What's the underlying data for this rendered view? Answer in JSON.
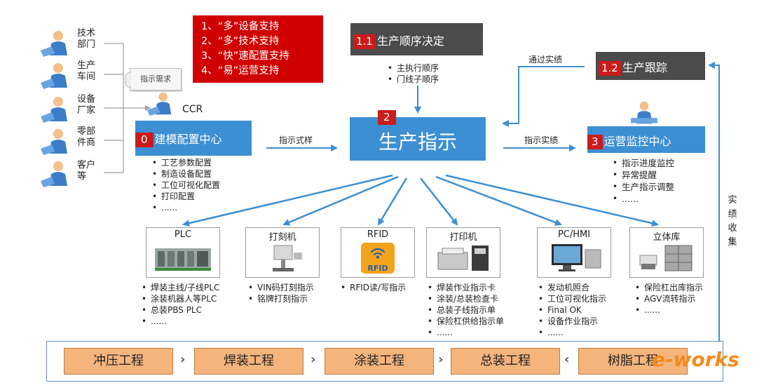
{
  "stakeholders": [
    {
      "line1": "技术",
      "line2": "部门"
    },
    {
      "line1": "生产",
      "line2": "车间"
    },
    {
      "line1": "设备",
      "line2": "厂家"
    },
    {
      "line1": "零部",
      "line2": "件商"
    },
    {
      "line1": "客户",
      "line2": "等"
    }
  ],
  "note_label": "指示需求",
  "ccr_label": "CCR",
  "red_box": {
    "lines": [
      "1、“多”设备支持",
      "2、“多”技术支持",
      "3、“快”速配置支持",
      "4、“易”运营支持"
    ]
  },
  "nodes": {
    "sequence": {
      "num": "1.1",
      "label": "生产顺序决定",
      "bullets": [
        "主执行顺序",
        "门线子顺序"
      ]
    },
    "tracking": {
      "num": "1.2",
      "label": "生产跟踪"
    },
    "modeling": {
      "num": "0",
      "label": "建模配置中心",
      "bullets": [
        "工艺参数配置",
        "制造设备配置",
        "工位可视化配置",
        "打印配置",
        "......"
      ]
    },
    "instruction": {
      "num": "2",
      "label": "生产指示"
    },
    "monitor": {
      "num": "3",
      "label": "运营监控中心",
      "bullets": [
        "指示进度监控",
        "异常提醒",
        "生产指示调整",
        "......"
      ]
    }
  },
  "edge_labels": {
    "pass_results": "通过实绩",
    "instruction_style": "指示式样",
    "instruction_results": "指示实绩",
    "collect": [
      "实",
      "绩",
      "收",
      "集"
    ]
  },
  "devices": [
    {
      "title": "PLC",
      "bullets": [
        "焊装主线/子线PLC",
        "涂装机器人等PLC",
        "总装PBS PLC",
        "......"
      ]
    },
    {
      "title": "打刻机",
      "bullets": [
        "VIN码打刻指示",
        "铭牌打刻指示"
      ]
    },
    {
      "title": "RFID",
      "bullets": [
        "RFID读/写指示"
      ]
    },
    {
      "title": "打印机",
      "bullets": [
        "焊装作业指示卡",
        "涂装/总装检查卡",
        "总装子线指示单",
        "保险杠供给指示单",
        "......"
      ]
    },
    {
      "title": "PC/HMI",
      "bullets": [
        "发动机照合",
        "工位可视化指示",
        "Final OK",
        "设备作业指示",
        "......"
      ]
    },
    {
      "title": "立体库",
      "bullets": [
        "保险杠出库指示",
        "AGV流转指示",
        "......"
      ]
    }
  ],
  "rfid_tag": "RFID",
  "processes": [
    "冲压工程",
    "焊装工程",
    "涂装工程",
    "总装工程",
    "树脂工程"
  ],
  "process_arrows": [
    "›",
    "›",
    "›",
    "›",
    "‹"
  ],
  "logo": "e-works",
  "colors": {
    "blue": "#3d8fd3",
    "red": "#d10000",
    "dark": "#4b4b4b",
    "orange": "#f4b47c"
  }
}
